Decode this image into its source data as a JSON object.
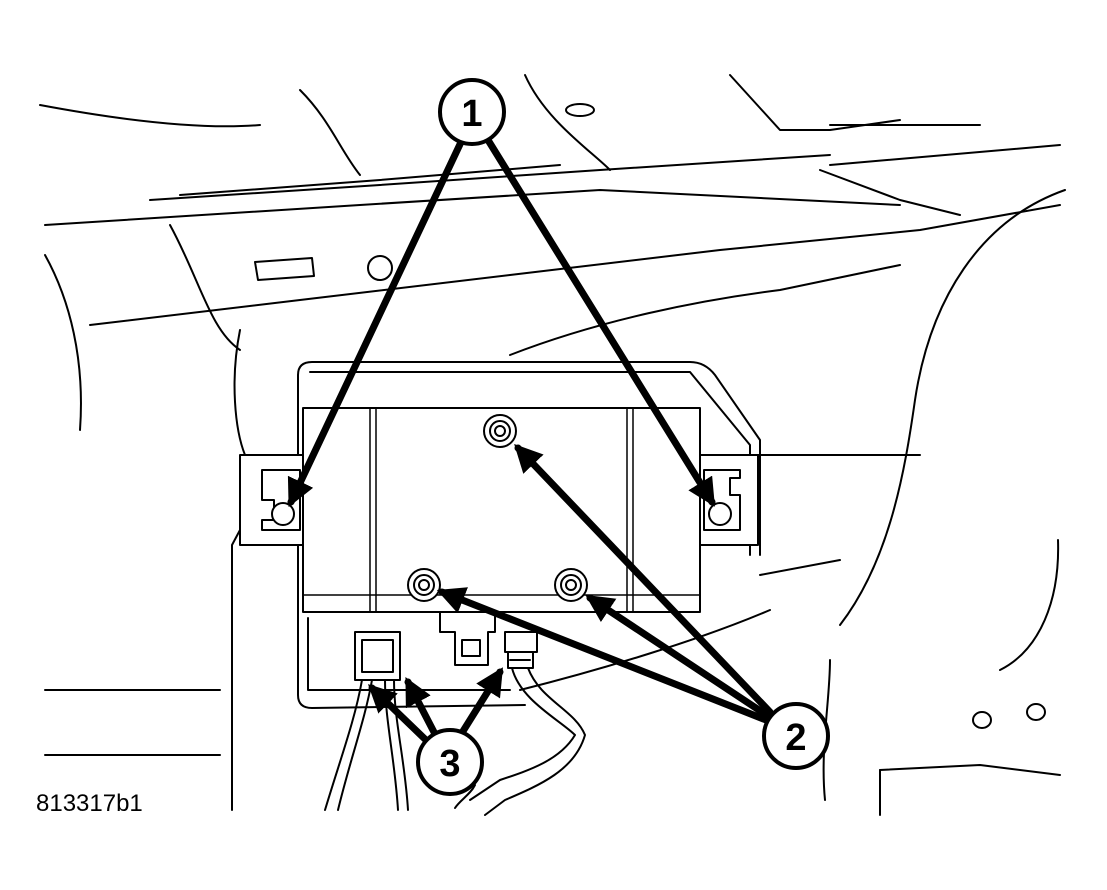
{
  "callouts": [
    {
      "id": "1",
      "label": "1"
    },
    {
      "id": "2",
      "label": "2"
    },
    {
      "id": "3",
      "label": "3"
    }
  ],
  "figure_id": "813317b1"
}
